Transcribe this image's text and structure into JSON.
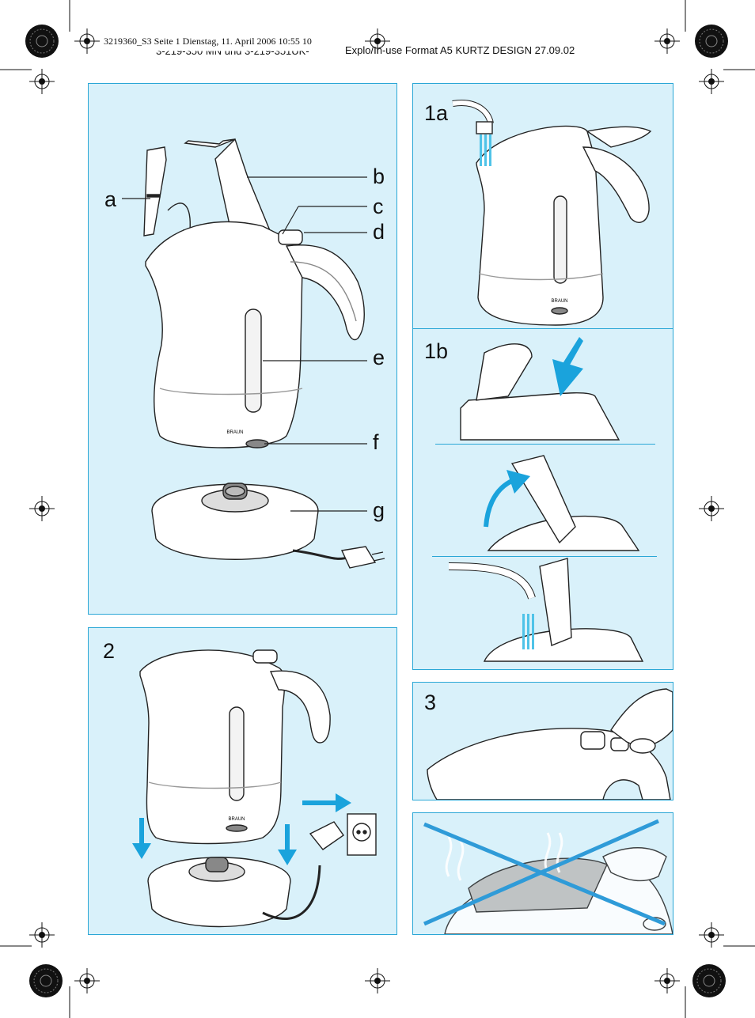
{
  "header": {
    "file_info": "3219360_S3  Seite 1  Dienstag, 11. April 2006  10:55 10",
    "model_line": "3-219-350 MN und 3-219-351UK-",
    "format_line": "Explo/In-use  Format A5  KURTZ DESIGN  27.09.02"
  },
  "panels": {
    "parts": {
      "labels": [
        "a",
        "b",
        "c",
        "d",
        "e",
        "f",
        "g"
      ],
      "brand": "BRAUN"
    },
    "step2": {
      "label": "2",
      "brand": "BRAUN"
    },
    "step1": {
      "label_1a": "1a",
      "label_1b": "1b",
      "brand": "BRAUN"
    },
    "step3": {
      "label": "3"
    },
    "warning": {
      "label": ""
    }
  },
  "colors": {
    "panel_fill": "#d9f1fa",
    "panel_border": "#2aa7d6",
    "arrow_blue": "#1aa3dc",
    "cross_blue": "#2f9bd8",
    "water": "#4fc3e8"
  }
}
